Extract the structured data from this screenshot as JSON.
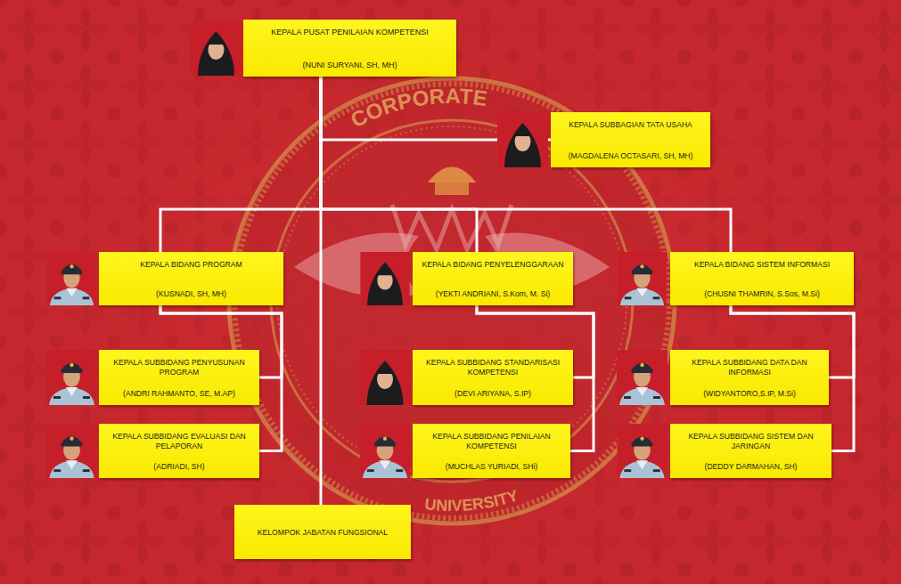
{
  "diagram": {
    "nodes": [
      {
        "text": [
          "KEPALA PUSAT PENILAIAN KOMPETENSI",
          "(NUNI SURYANI, SH, MH)"
        ]
      },
      {
        "text": [
          "KEPALA SUBBAGIAN TATA USAHA",
          "(MAGDALENA OCTASARI, SH, MH)"
        ]
      },
      {
        "text": [
          "KEPALA BIDANG PROGRAM",
          "(KUSNADI, SH, MH)"
        ]
      },
      {
        "text": [
          "KEPALA BIDANG PENYELENGGARAAN",
          "(YEKTI ANDRIANI, S.Kom, M. Si)"
        ]
      },
      {
        "text": [
          "KEPALA BIDANG SISTEM INFORMASI",
          "(CHUSNI THAMRIN, S.Sos, M.Si)"
        ]
      },
      {
        "text": [
          "KEPALA SUBBIDANG PENYUSUNAN PROGRAM",
          "(ANDRI RAHMANTO, SE, M.AP)"
        ]
      },
      {
        "text": [
          "KEPALA SUBBIDANG STANDARISASI KOMPETENSI",
          "(DEVI ARIYANA, S.IP)"
        ]
      },
      {
        "text": [
          "KEPALA SUBBIDANG DATA DAN INFORMASI",
          "(WIDYANTORO,S.IP, M.Si)"
        ]
      },
      {
        "text": [
          "KEPALA SUBBIDANG EVALUASI DAN PELAPORAN",
          "(ADRIADI, SH)"
        ]
      },
      {
        "text": [
          "KEPALA SUBBIDANG PENILAIAN KOMPETENSI",
          "(MUCHLAS YURIADI, SHi)"
        ]
      },
      {
        "text": [
          "KEPALA SUBBIDANG SISTEM DAN JARINGAN",
          "(DEDDY DARMAHAN, SH)"
        ]
      },
      {
        "text": [
          "KELOMPOK JABATAN FUNGSIONAL"
        ]
      }
    ],
    "edges": [
      {
        "from": 0,
        "to": 1,
        "arrow": "none"
      },
      {
        "from": 0,
        "to": 2,
        "arrow": "none"
      },
      {
        "from": 0,
        "to": 3,
        "arrow": "none"
      },
      {
        "from": 0,
        "to": 4,
        "arrow": "none"
      },
      {
        "from": 0,
        "to": 11,
        "arrow": "none"
      },
      {
        "from": 2,
        "to": 5,
        "arrow": "none"
      },
      {
        "from": 2,
        "to": 8,
        "arrow": "none"
      },
      {
        "from": 3,
        "to": 6,
        "arrow": "none"
      },
      {
        "from": 3,
        "to": 9,
        "arrow": "none"
      },
      {
        "from": 4,
        "to": 7,
        "arrow": "none"
      },
      {
        "from": 4,
        "to": 10,
        "arrow": "none"
      }
    ],
    "labels": [
      "CORPORATE",
      "UNIVERSITY"
    ]
  }
}
